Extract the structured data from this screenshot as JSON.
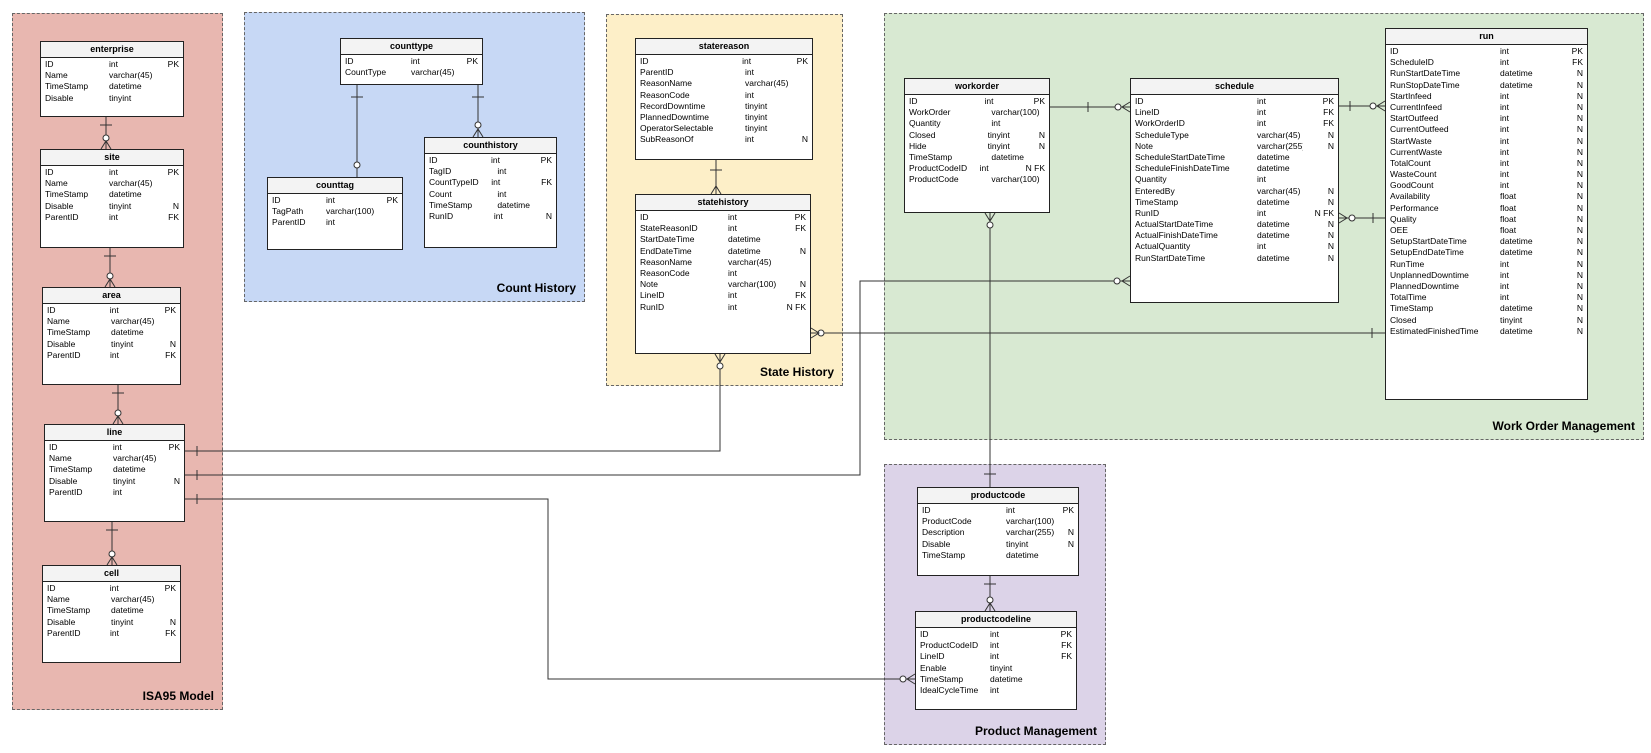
{
  "groups": [
    {
      "id": "isa95",
      "label": "ISA95 Model",
      "color": "#e8b7b0"
    },
    {
      "id": "count",
      "label": "Count History",
      "color": "#c7d8f5"
    },
    {
      "id": "state",
      "label": "State History",
      "color": "#fdefc8"
    },
    {
      "id": "workorder",
      "label": "Work Order Management",
      "color": "#d8e9d2"
    },
    {
      "id": "product",
      "label": "Product Management",
      "color": "#dcd3e8"
    }
  ],
  "tables": [
    {
      "id": "enterprise",
      "title": "enterprise",
      "columns": [
        [
          "ID",
          "int",
          "PK"
        ],
        [
          "Name",
          "varchar(45)",
          ""
        ],
        [
          "TimeStamp",
          "datetime",
          ""
        ],
        [
          "Disable",
          "tinyint",
          ""
        ]
      ]
    },
    {
      "id": "site",
      "title": "site",
      "columns": [
        [
          "ID",
          "int",
          "PK"
        ],
        [
          "Name",
          "varchar(45)",
          ""
        ],
        [
          "TimeStamp",
          "datetime",
          ""
        ],
        [
          "Disable",
          "tinyint",
          "N"
        ],
        [
          "ParentID",
          "int",
          "FK"
        ]
      ]
    },
    {
      "id": "area",
      "title": "area",
      "columns": [
        [
          "ID",
          "int",
          "PK"
        ],
        [
          "Name",
          "varchar(45)",
          ""
        ],
        [
          "TimeStamp",
          "datetime",
          ""
        ],
        [
          "Disable",
          "tinyint",
          "N"
        ],
        [
          "ParentID",
          "int",
          "FK"
        ]
      ]
    },
    {
      "id": "line",
      "title": "line",
      "columns": [
        [
          "ID",
          "int",
          "PK"
        ],
        [
          "Name",
          "varchar(45)",
          ""
        ],
        [
          "TimeStamp",
          "datetime",
          ""
        ],
        [
          "Disable",
          "tinyint",
          "N"
        ],
        [
          "ParentID",
          "int",
          ""
        ]
      ]
    },
    {
      "id": "cell",
      "title": "cell",
      "columns": [
        [
          "ID",
          "int",
          "PK"
        ],
        [
          "Name",
          "varchar(45)",
          ""
        ],
        [
          "TimeStamp",
          "datetime",
          ""
        ],
        [
          "Disable",
          "tinyint",
          "N"
        ],
        [
          "ParentID",
          "int",
          "FK"
        ]
      ]
    },
    {
      "id": "counttype",
      "title": "counttype",
      "columns": [
        [
          "ID",
          "int",
          "PK"
        ],
        [
          "CountType",
          "varchar(45)",
          ""
        ]
      ]
    },
    {
      "id": "counttag",
      "title": "counttag",
      "columns": [
        [
          "ID",
          "int",
          "PK"
        ],
        [
          "TagPath",
          "varchar(100)",
          ""
        ],
        [
          "ParentID",
          "int",
          ""
        ]
      ]
    },
    {
      "id": "counthistory",
      "title": "counthistory",
      "columns": [
        [
          "ID",
          "int",
          "PK"
        ],
        [
          "TagID",
          "int",
          ""
        ],
        [
          "CountTypeID",
          "int",
          "FK"
        ],
        [
          "Count",
          "int",
          ""
        ],
        [
          "TimeStamp",
          "datetime",
          ""
        ],
        [
          "RunID",
          "int",
          "N"
        ]
      ]
    },
    {
      "id": "statereason",
      "title": "statereason",
      "columns": [
        [
          "ID",
          "int",
          "PK"
        ],
        [
          "ParentID",
          "int",
          ""
        ],
        [
          "ReasonName",
          "varchar(45)",
          ""
        ],
        [
          "ReasonCode",
          "int",
          ""
        ],
        [
          "RecordDowntime",
          "tinyint",
          ""
        ],
        [
          "PlannedDowntime",
          "tinyint",
          ""
        ],
        [
          "OperatorSelectable",
          "tinyint",
          ""
        ],
        [
          "SubReasonOf",
          "int",
          "N"
        ]
      ]
    },
    {
      "id": "statehistory",
      "title": "statehistory",
      "columns": [
        [
          "ID",
          "int",
          "PK"
        ],
        [
          "StateReasonID",
          "int",
          "FK"
        ],
        [
          "StartDateTime",
          "datetime",
          ""
        ],
        [
          "EndDateTime",
          "datetime",
          "N"
        ],
        [
          "ReasonName",
          "varchar(45)",
          ""
        ],
        [
          "ReasonCode",
          "int",
          ""
        ],
        [
          "Note",
          "varchar(100)",
          "N"
        ],
        [
          "LineID",
          "int",
          "FK"
        ],
        [
          "RunID",
          "int",
          "N FK"
        ]
      ]
    },
    {
      "id": "workorder",
      "title": "workorder",
      "columns": [
        [
          "ID",
          "int",
          "PK"
        ],
        [
          "WorkOrder",
          "varchar(100)",
          ""
        ],
        [
          "Quantity",
          "int",
          ""
        ],
        [
          "Closed",
          "tinyint",
          "N"
        ],
        [
          "Hide",
          "tinyint",
          "N"
        ],
        [
          "TimeStamp",
          "datetime",
          ""
        ],
        [
          "ProductCodeID",
          "int",
          "N FK"
        ],
        [
          "ProductCode",
          "varchar(100)",
          ""
        ]
      ]
    },
    {
      "id": "schedule",
      "title": "schedule",
      "columns": [
        [
          "ID",
          "int",
          "PK"
        ],
        [
          "LineID",
          "int",
          "FK"
        ],
        [
          "WorkOrderID",
          "int",
          "FK"
        ],
        [
          "ScheduleType",
          "varchar(45)",
          "N"
        ],
        [
          "Note",
          "varchar(255)",
          "N"
        ],
        [
          "ScheduleStartDateTime",
          "datetime",
          ""
        ],
        [
          "ScheduleFinishDateTime",
          "datetime",
          ""
        ],
        [
          "Quantity",
          "int",
          ""
        ],
        [
          "EnteredBy",
          "varchar(45)",
          "N"
        ],
        [
          "TimeStamp",
          "datetime",
          "N"
        ],
        [
          "RunID",
          "int",
          "N FK"
        ],
        [
          "ActualStartDateTime",
          "datetime",
          "N"
        ],
        [
          "ActualFinishDateTime",
          "datetime",
          "N"
        ],
        [
          "ActualQuantity",
          "int",
          "N"
        ],
        [
          "RunStartDateTime",
          "datetime",
          "N"
        ]
      ]
    },
    {
      "id": "run",
      "title": "run",
      "columns": [
        [
          "ID",
          "int",
          "PK"
        ],
        [
          "ScheduleID",
          "int",
          "FK"
        ],
        [
          "RunStartDateTime",
          "datetime",
          "N"
        ],
        [
          "RunStopDateTime",
          "datetime",
          "N"
        ],
        [
          "StartInfeed",
          "int",
          "N"
        ],
        [
          "CurrentInfeed",
          "int",
          "N"
        ],
        [
          "StartOutfeed",
          "int",
          "N"
        ],
        [
          "CurrentOutfeed",
          "int",
          "N"
        ],
        [
          "StartWaste",
          "int",
          "N"
        ],
        [
          "CurrentWaste",
          "int",
          "N"
        ],
        [
          "TotalCount",
          "int",
          "N"
        ],
        [
          "WasteCount",
          "int",
          "N"
        ],
        [
          "GoodCount",
          "int",
          "N"
        ],
        [
          "Availability",
          "float",
          "N"
        ],
        [
          "Performance",
          "float",
          "N"
        ],
        [
          "Quality",
          "float",
          "N"
        ],
        [
          "OEE",
          "float",
          "N"
        ],
        [
          "SetupStartDateTime",
          "datetime",
          "N"
        ],
        [
          "SetupEndDateTime",
          "datetime",
          "N"
        ],
        [
          "RunTime",
          "int",
          "N"
        ],
        [
          "UnplannedDowntime",
          "int",
          "N"
        ],
        [
          "PlannedDowntime",
          "int",
          "N"
        ],
        [
          "TotalTime",
          "int",
          "N"
        ],
        [
          "TimeStamp",
          "datetime",
          "N"
        ],
        [
          "Closed",
          "tinyint",
          "N"
        ],
        [
          "EstimatedFinishedTime",
          "datetime",
          "N"
        ]
      ]
    },
    {
      "id": "productcode",
      "title": "productcode",
      "columns": [
        [
          "ID",
          "int",
          "PK"
        ],
        [
          "ProductCode",
          "varchar(100)",
          ""
        ],
        [
          "Description",
          "varchar(255)",
          "N"
        ],
        [
          "Disable",
          "tinyint",
          "N"
        ],
        [
          "TimeStamp",
          "datetime",
          ""
        ]
      ]
    },
    {
      "id": "productcodeline",
      "title": "productcodeline",
      "columns": [
        [
          "ID",
          "int",
          "PK"
        ],
        [
          "ProductCodeID",
          "int",
          "FK"
        ],
        [
          "LineID",
          "int",
          "FK"
        ],
        [
          "Enable",
          "tinyint",
          ""
        ],
        [
          "TimeStamp",
          "datetime",
          ""
        ],
        [
          "IdealCycleTime",
          "int",
          ""
        ]
      ]
    }
  ]
}
